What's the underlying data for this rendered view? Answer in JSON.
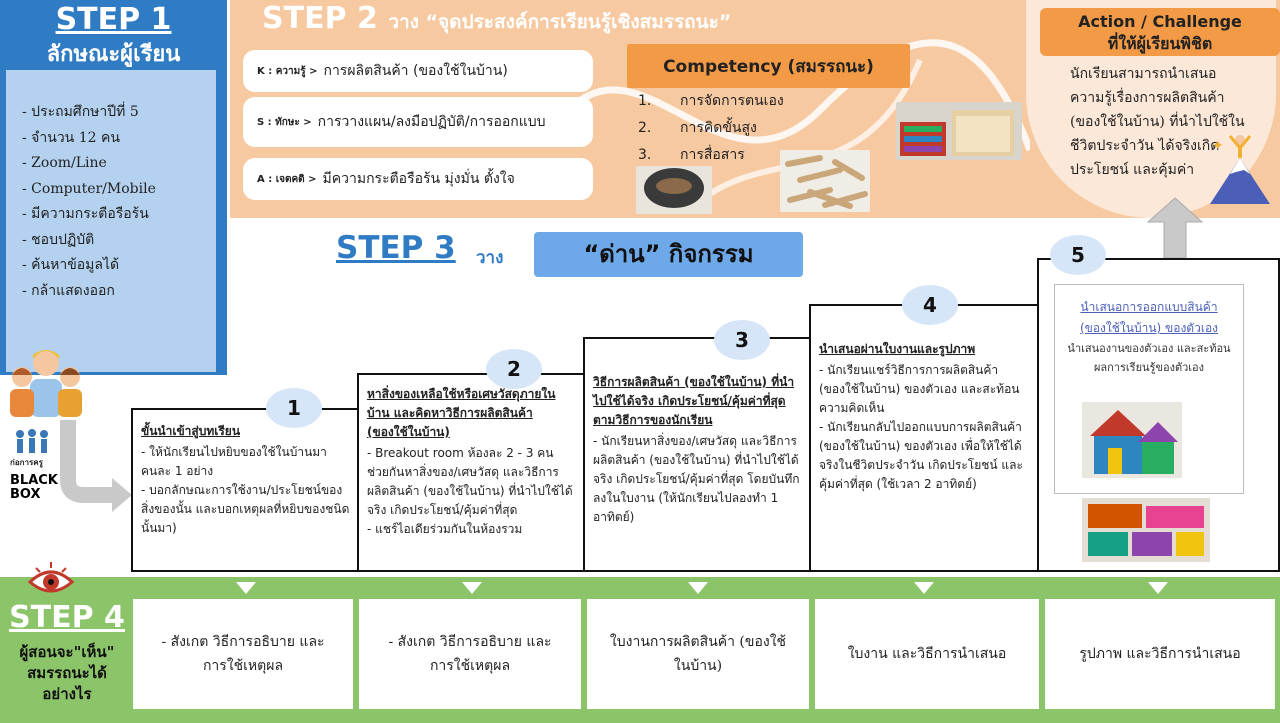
{
  "step1": {
    "title": "STEP 1",
    "subtitle": "ลักษณะผู้เรียน",
    "items": [
      "- ประถมศึกษาปีที่ 5",
      "- จำนวน 12 คน",
      "- Zoom/Line",
      "- Computer/Mobile",
      "- มีความกระตือรือร้น",
      "- ชอบปฏิบัติ",
      "- ค้นหาข้อมูลได้",
      "- กล้าแสดงออก"
    ]
  },
  "step2": {
    "title": "STEP 2",
    "subtitle": "วาง “จุดประสงค์การเรียนรู้เชิงสมรรถนะ”",
    "k": {
      "tag": "K : ความรู้ >",
      "text": "การผลิตสินค้า (ของใช้ในบ้าน)"
    },
    "s": {
      "tag": "S : ทักษะ >",
      "text": "การวางแผน/ลงมือปฏิบัติ/การออกแบบ"
    },
    "a": {
      "tag": "A : เจตคติ >",
      "text": "มีความกระตือรือร้น มุ่งมั่น ตั้งใจ"
    },
    "competency_title": "Competency (สมรรถนะ)",
    "competencies": [
      {
        "n": "1.",
        "label": "การจัดการตนเอง"
      },
      {
        "n": "2.",
        "label": "การคิดขั้นสูง"
      },
      {
        "n": "3.",
        "label": "การสื่อสาร"
      }
    ],
    "action_title": "Action / Challenge",
    "action_sub": "ที่ให้ผู้เรียนพิชิต",
    "action_text": "นักเรียนสามารถนำเสนอความรู้เรื่องการผลิตสินค้า (ของใช้ในบ้าน) ที่นำไปใช้ในชีวิตประจำวัน ได้จริงเกิดประโยชน์ และคุ้มค่า"
  },
  "step3": {
    "title": "STEP 3",
    "title_suffix": "วาง",
    "box": "“ด่าน” กิจกรรม",
    "stages": [
      {
        "num": "1",
        "head": "ขั้นนำเข้าสู่บทเรียน",
        "items": [
          "- ให้นักเรียนไปหยิบของใช้ในบ้านมาคนละ 1 อย่าง",
          "- บอกลักษณะการใช้งาน/ประโยชน์ของสิ่งของนั้น และบอกเหตุผลที่หยิบของชนิดนั้นมา)"
        ]
      },
      {
        "num": "2",
        "head": "หาสิ่งของเหลือใช้หรือเศษวัสดุภายในบ้าน และคิดหาวิธีการผลิตสินค้า (ของใช้ในบ้าน)",
        "items": [
          "- Breakout room ห้องละ 2 - 3 คน ช่วยกันหาสิ่งของ/เศษวัสดุ และวิธีการผลิตสินค้า (ของใช้ในบ้าน) ที่นำไปใช้ได้จริง เกิดประโยชน์/คุ้มค่าที่สุด",
          "- แชร์ไอเดียร่วมกันในห้องรวม"
        ]
      },
      {
        "num": "3",
        "head": "วิธีการผลิตสินค้า (ของใช้ในบ้าน) ที่นำไปใช้ได้จริง เกิดประโยชน์/คุ้มค่าที่สุด ตามวิธีการของนักเรียน",
        "items": [
          "- นักเรียนหาสิ่งของ/เศษวัสดุ และวิธีการผลิตสินค้า (ของใช้ในบ้าน) ที่นำไปใช้ได้จริง เกิดประโยชน์/คุ้มค่าที่สุด โดยบันทึกลงในใบงาน (ให้นักเรียนไปลองทำ 1 อาทิตย์)"
        ]
      },
      {
        "num": "4",
        "head": "นำเสนอผ่านใบงานและรูปภาพ",
        "items": [
          "- นักเรียนแชร์วิธีการการผลิตสินค้า (ของใช้ในบ้าน) ของตัวเอง และสะท้อนความคิดเห็น",
          "- นักเรียนกลับไปออกแบบการผลิตสินค้า (ของใช้ในบ้าน) ของตัวเอง เพื่อให้ใช้ได้จริงในชีวิตประจำวัน เกิดประโยชน์ และคุ้มค่าที่สุด (ใช้เวลา 2 อาทิตย์)"
        ]
      },
      {
        "num": "5",
        "head": "นำเสนอการออกแบบสินค้า (ของใช้ในบ้าน) ของตัวเอง",
        "items": [
          "นำเสนองานของตัวเอง และสะท้อนผลการเรียนรู้ของตัวเอง"
        ]
      }
    ]
  },
  "step4": {
    "title": "STEP 4",
    "subtitle": "ผู้สอนจะ\"เห็น\" สมรรถนะได้อย่างไร",
    "cards": [
      "- สังเกต วิธีการอธิบาย และการใช้เหตุผล",
      "- สังเกต วิธีการอธิบาย และการใช้เหตุผล",
      "ใบงานการผลิตสินค้า (ของใช้ในบ้าน)",
      "ใบงาน และวิธีการนำเสนอ",
      "รูปภาพ และวิธีการนำเสนอ"
    ]
  },
  "logos": {
    "brand": "BLACK BOX",
    "group": "ก่อการครู"
  },
  "colors": {
    "blue": "#2f7bc4",
    "orange": "#f29a45",
    "peach": "#f7c9a1",
    "green": "#8cc46a"
  }
}
